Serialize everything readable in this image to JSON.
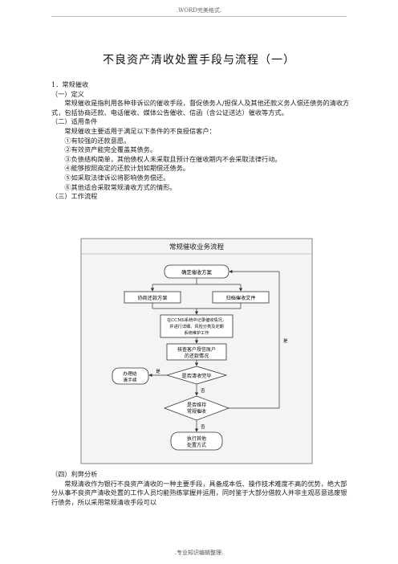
{
  "header": {
    "note": ".WORD完美格式."
  },
  "title": "不良资产清收处置手段与流程（一）",
  "sections": {
    "s1_heading": "1．常规催收",
    "def_heading": "（一）定义",
    "def_text": "常规催收是指利用各种非诉讼的催收手段，督促债务人/担保人及其他还款义务人偿还债务的清收方式，包括协商还款、电话催收、媒体公告催收、信函（含公证送达）催收等方式。",
    "cond_heading": "（二）适用条件",
    "cond_intro": "常规催收主要适用于满足以下条件的不良授信客户：",
    "cond_items": [
      "①有较强的还款意愿。",
      "②有效资产能完全覆盖其债务。",
      "③负债结构简单，其他债权人未采取且预计在催收期内不会采取法律行动。",
      "④能够按照商定的还款计划如期偿还债务。",
      "⑤如采取法律诉讼将影响债务偿还。",
      "⑥其他适合采取常规清收方式的情形。"
    ],
    "process_heading": "（三）工作流程",
    "pros_cons_heading": "（四）利弊分析",
    "pros_cons_text": "常规清收作为银行不良资产清收的一种主要手段，具备成本低、操作技术难度不高的优势，绝大部分从事不良资产清收处置的工作人员均能熟练掌握并运用，同时鉴于大部分借款人并非主观恶意逃废银行债务，所以采用常规清收手段可以"
  },
  "flowchart": {
    "title": "常规催收业务流程",
    "step_plan": "确定催收方案",
    "step_negotiate": "协商还款方案",
    "step_archive": "归档催收文件",
    "step_record": [
      "在CCMS系统中记录催收情况，",
      "并进行详细、风险分类及定期",
      "系统维护工作"
    ],
    "step_check": [
      "核查客户授信账户",
      "的还款情况"
    ],
    "decision_done": "是否清收完毕",
    "decision_continue": [
      "是否维持",
      "常规催收"
    ],
    "step_close": [
      "办理结",
      "清手续"
    ],
    "step_other": [
      "执行其他",
      "处置方式"
    ],
    "label_yes": "是",
    "label_no": "否"
  },
  "footer": {
    "note": ".专业知识编辑整理."
  }
}
